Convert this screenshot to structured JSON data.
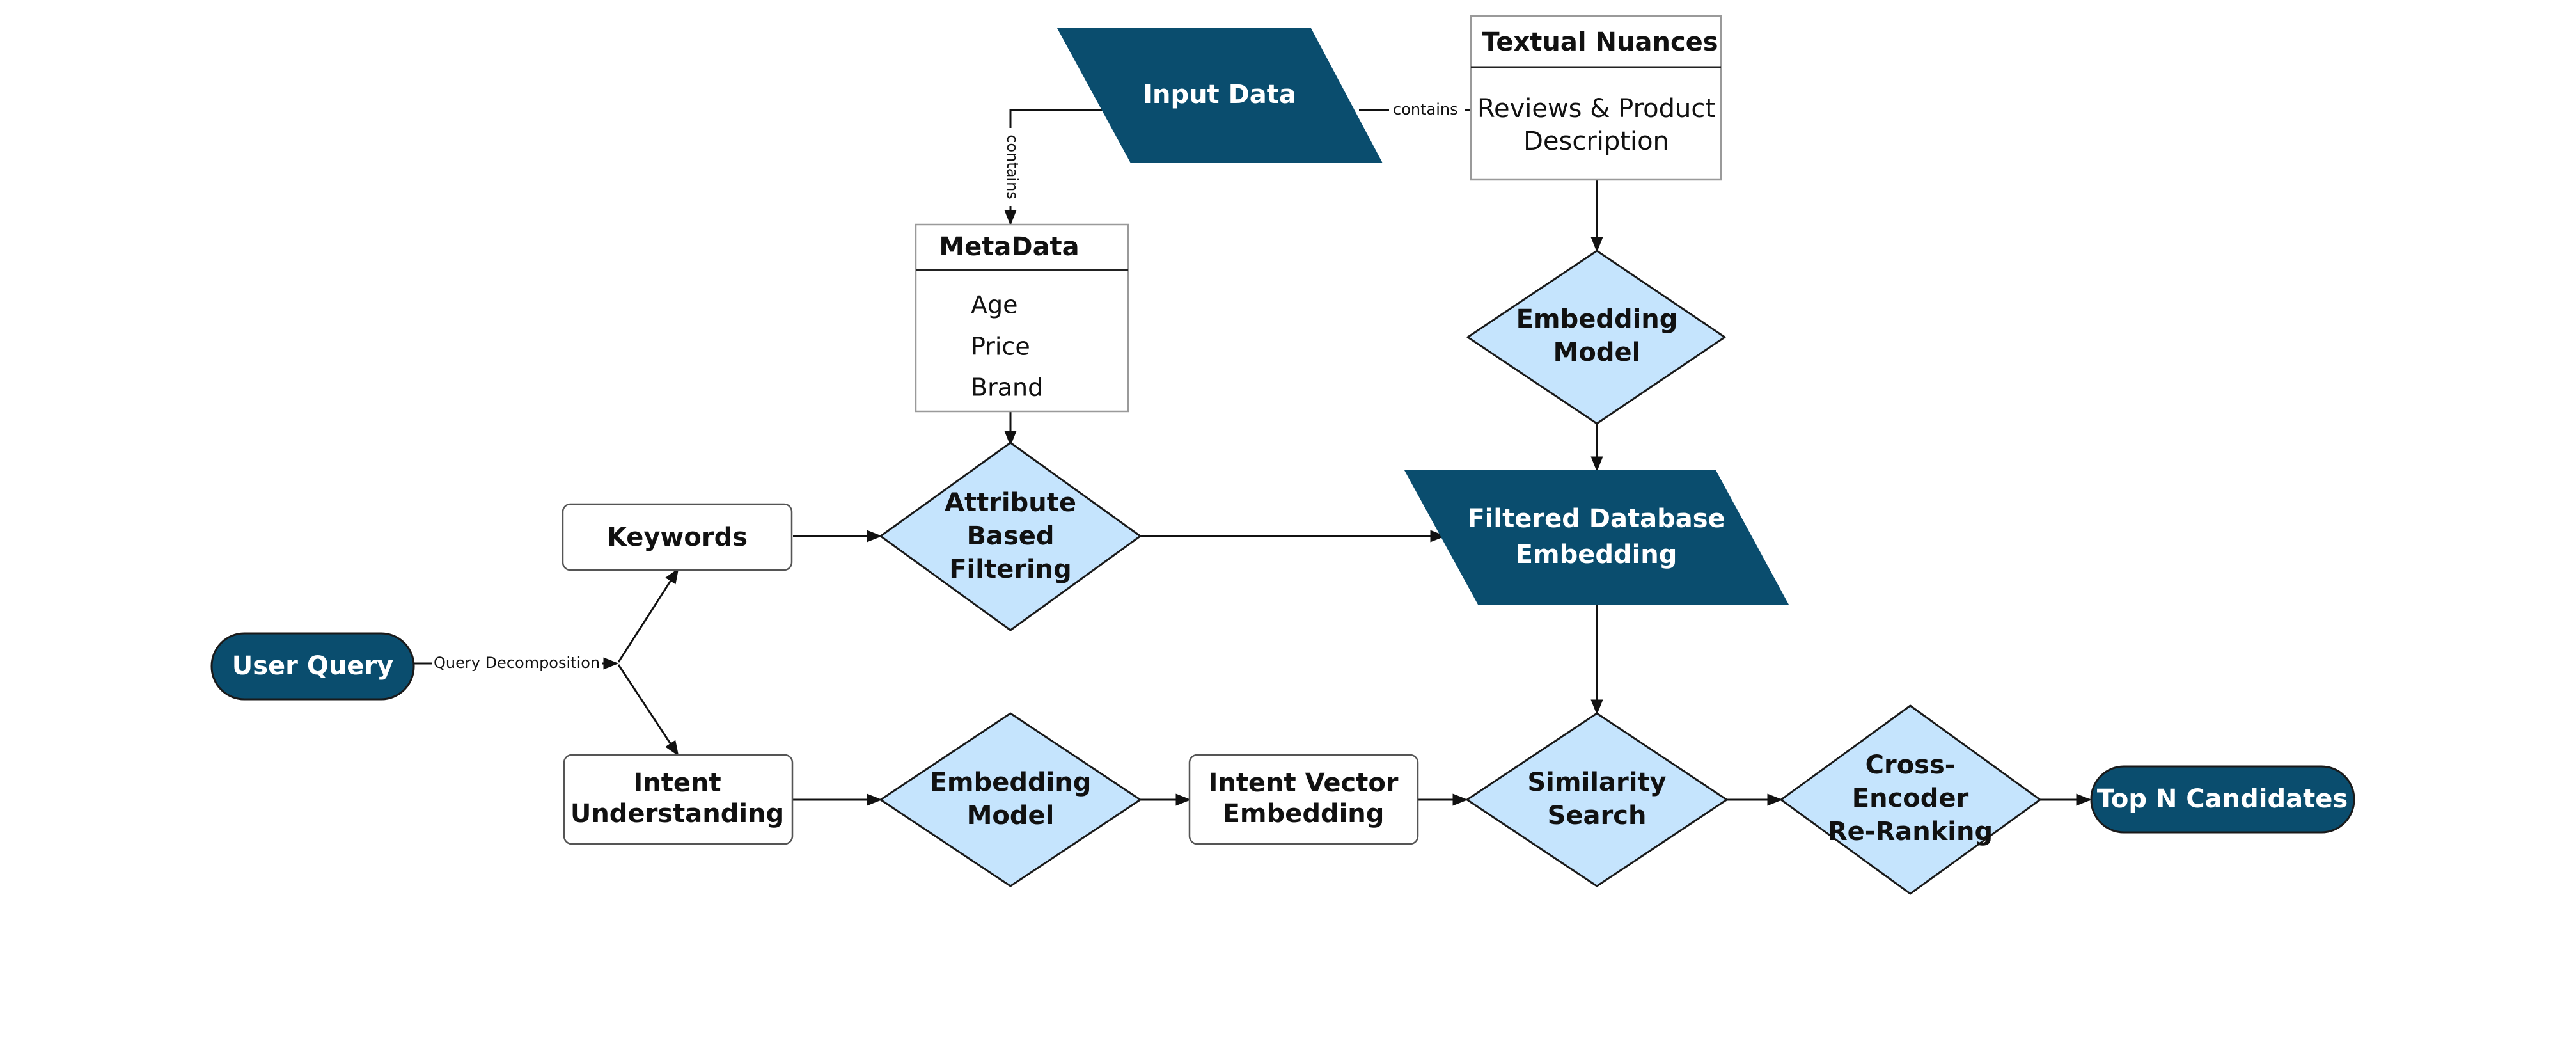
{
  "colors": {
    "dark_node": "#0a4d6e",
    "decision_fill": "#c5e4fd",
    "edge": "#111111"
  },
  "nodes": {
    "input_data": "Input Data",
    "textual_nuances": {
      "title": "Textual Nuances",
      "line1": "Reviews & Product",
      "line2": "Description"
    },
    "metadata": {
      "title": "MetaData",
      "items": [
        "Age",
        "Price",
        "Brand"
      ]
    },
    "embedding_model_top": {
      "line1": "Embedding",
      "line2": "Model"
    },
    "filtered_db": {
      "line1": "Filtered Database",
      "line2": "Embedding"
    },
    "keywords": "Keywords",
    "attribute_filtering": {
      "line1": "Attribute",
      "line2": "Based",
      "line3": "Filtering"
    },
    "user_query": "User Query",
    "intent_understanding": {
      "line1": "Intent",
      "line2": "Understanding"
    },
    "embedding_model_bottom": {
      "line1": "Embedding",
      "line2": "Model"
    },
    "intent_vector": {
      "line1": "Intent Vector",
      "line2": "Embedding"
    },
    "similarity_search": {
      "line1": "Similarity",
      "line2": "Search"
    },
    "cross_encoder": {
      "line1": "Cross-",
      "line2": "Encoder",
      "line3": "Re-Ranking"
    },
    "top_n": "Top N Candidates"
  },
  "edge_labels": {
    "contains_right": "contains",
    "contains_down": "contains",
    "query_decomposition": "Query Decomposition"
  }
}
